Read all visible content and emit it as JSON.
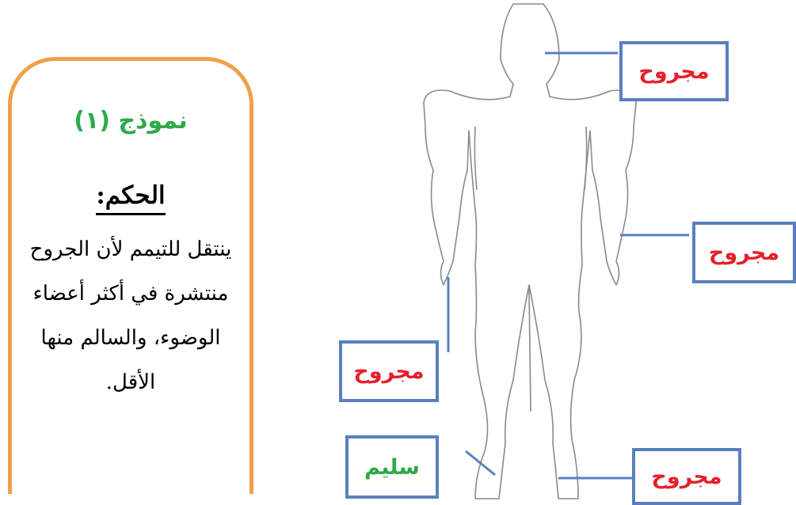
{
  "card": {
    "title": "نموذج (١)",
    "heading": "الحكم:",
    "body": "ينتقل للتيمم لأن الجروح منتشرة في أكثر أعضاء الوضوء، والسالم منها الأقل."
  },
  "labels": {
    "head": "مجروح",
    "right_arm": "مجروح",
    "left_arm": "مجروح",
    "left_foot": "سليم",
    "right_foot": "مجروح"
  },
  "colors": {
    "injured": "#e5202a",
    "healthy": "#2eaa4a",
    "box_border": "#5a7fc0",
    "card_border": "#f0a04b"
  }
}
